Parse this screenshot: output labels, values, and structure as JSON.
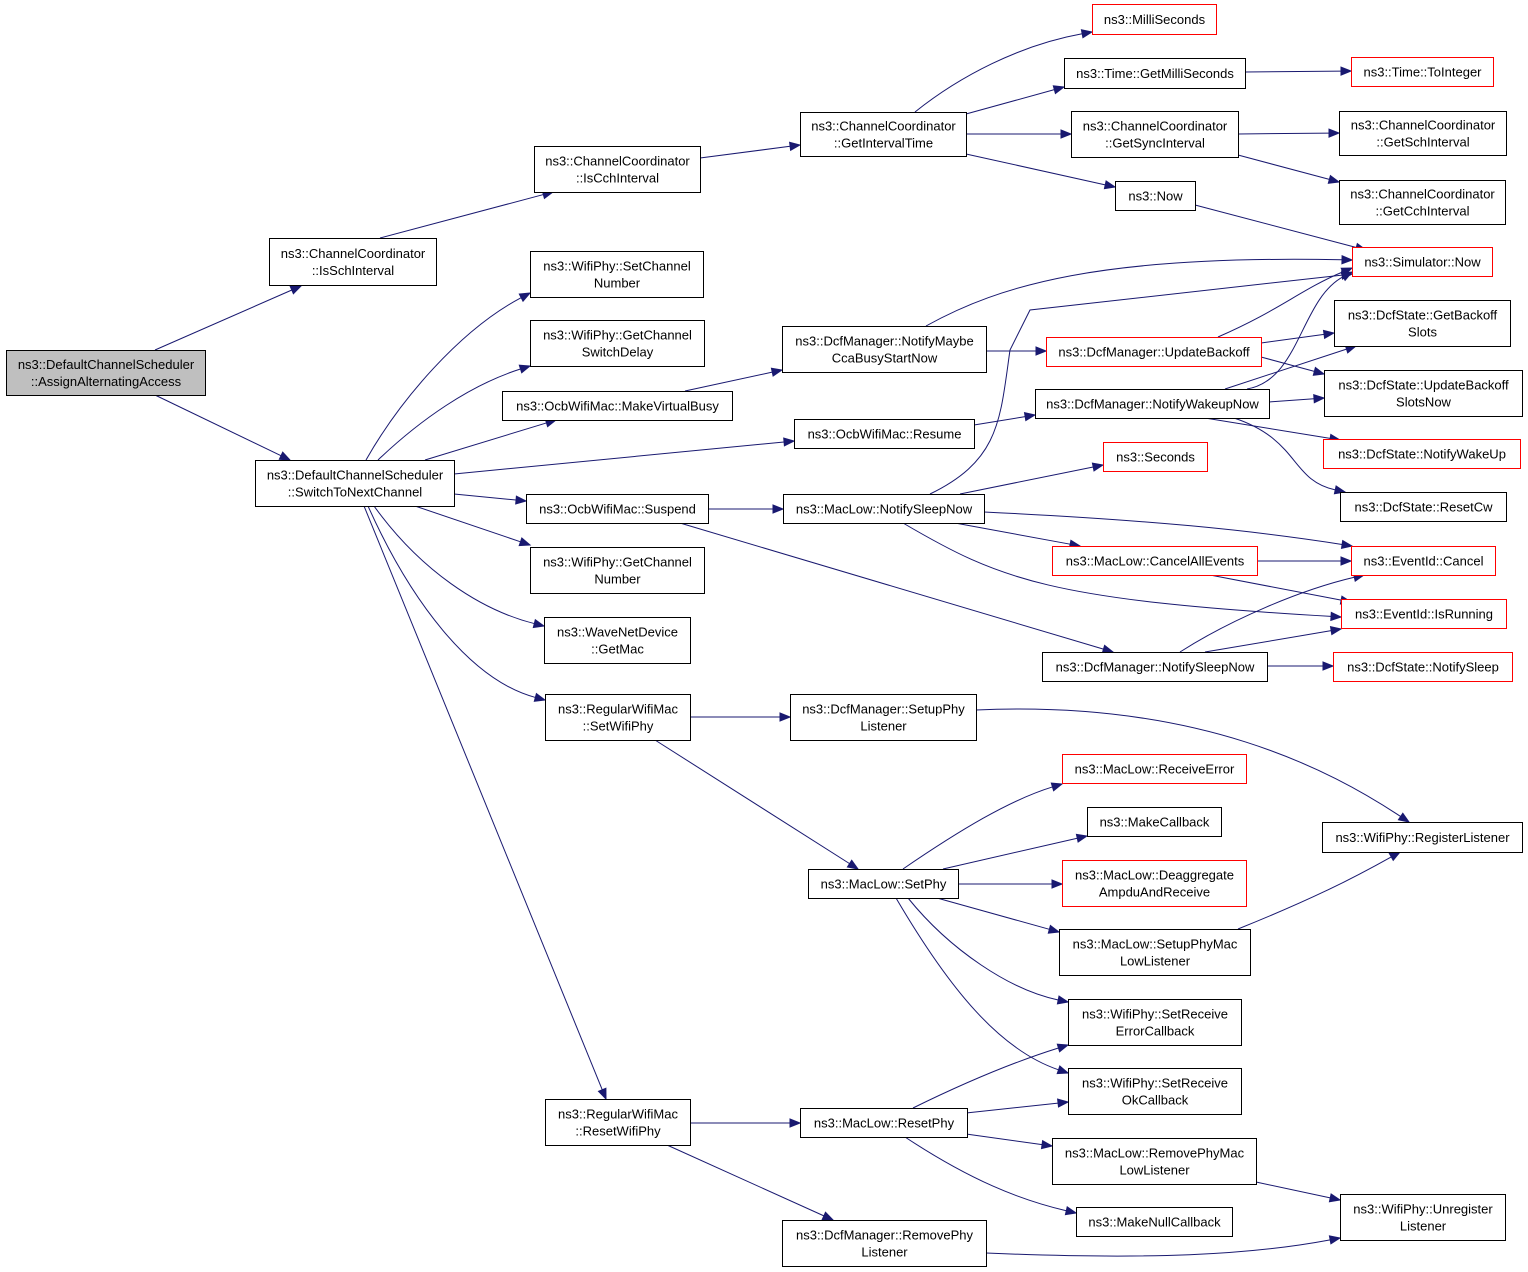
{
  "colors": {
    "edge": "#191970",
    "external_border": "#ff0000",
    "root_fill": "#bfbfbf",
    "node_border": "#000000"
  },
  "nodes": [
    {
      "id": "root",
      "lines": [
        "ns3::DefaultChannelScheduler",
        "::AssignAlternatingAccess"
      ],
      "style": "root"
    },
    {
      "id": "isSch",
      "lines": [
        "ns3::ChannelCoordinator",
        "::IsSchInterval"
      ],
      "style": "normal"
    },
    {
      "id": "switchTo",
      "lines": [
        "ns3::DefaultChannelScheduler",
        "::SwitchToNextChannel"
      ],
      "style": "normal"
    },
    {
      "id": "isCch",
      "lines": [
        "ns3::ChannelCoordinator",
        "::IsCchInterval"
      ],
      "style": "normal"
    },
    {
      "id": "getInterval",
      "lines": [
        "ns3::ChannelCoordinator",
        "::GetIntervalTime"
      ],
      "style": "normal"
    },
    {
      "id": "milli",
      "lines": [
        "ns3::MilliSeconds"
      ],
      "style": "external"
    },
    {
      "id": "getMilli",
      "lines": [
        "ns3::Time::GetMilliSeconds"
      ],
      "style": "normal"
    },
    {
      "id": "toInteger",
      "lines": [
        "ns3::Time::ToInteger"
      ],
      "style": "external"
    },
    {
      "id": "getSync",
      "lines": [
        "ns3::ChannelCoordinator",
        "::GetSyncInterval"
      ],
      "style": "normal"
    },
    {
      "id": "getSch",
      "lines": [
        "ns3::ChannelCoordinator",
        "::GetSchInterval"
      ],
      "style": "normal"
    },
    {
      "id": "getCch",
      "lines": [
        "ns3::ChannelCoordinator",
        "::GetCchInterval"
      ],
      "style": "normal"
    },
    {
      "id": "now",
      "lines": [
        "ns3::Now"
      ],
      "style": "normal"
    },
    {
      "id": "simNow",
      "lines": [
        "ns3::Simulator::Now"
      ],
      "style": "external"
    },
    {
      "id": "setChanNum",
      "lines": [
        "ns3::WifiPhy::SetChannel",
        "Number"
      ],
      "style": "normal"
    },
    {
      "id": "getChanSwitch",
      "lines": [
        "ns3::WifiPhy::GetChannel",
        "SwitchDelay"
      ],
      "style": "normal"
    },
    {
      "id": "makeVB",
      "lines": [
        "ns3::OcbWifiMac::MakeVirtualBusy"
      ],
      "style": "normal"
    },
    {
      "id": "notifyMaybe",
      "lines": [
        "ns3::DcfManager::NotifyMaybe",
        "CcaBusyStartNow"
      ],
      "style": "normal"
    },
    {
      "id": "updateBackoff",
      "lines": [
        "ns3::DcfManager::UpdateBackoff"
      ],
      "style": "external"
    },
    {
      "id": "getBackoffSlots",
      "lines": [
        "ns3::DcfState::GetBackoff",
        "Slots"
      ],
      "style": "normal"
    },
    {
      "id": "updBackoffSlots",
      "lines": [
        "ns3::DcfState::UpdateBackoff",
        "SlotsNow"
      ],
      "style": "normal"
    },
    {
      "id": "resume",
      "lines": [
        "ns3::OcbWifiMac::Resume"
      ],
      "style": "normal"
    },
    {
      "id": "notifyWakeup",
      "lines": [
        "ns3::DcfManager::NotifyWakeupNow"
      ],
      "style": "normal"
    },
    {
      "id": "notifyWakeUpState",
      "lines": [
        "ns3::DcfState::NotifyWakeUp"
      ],
      "style": "external"
    },
    {
      "id": "resetCw",
      "lines": [
        "ns3::DcfState::ResetCw"
      ],
      "style": "normal"
    },
    {
      "id": "seconds",
      "lines": [
        "ns3::Seconds"
      ],
      "style": "external"
    },
    {
      "id": "suspend",
      "lines": [
        "ns3::OcbWifiMac::Suspend"
      ],
      "style": "normal"
    },
    {
      "id": "macNotifySleep",
      "lines": [
        "ns3::MacLow::NotifySleepNow"
      ],
      "style": "normal"
    },
    {
      "id": "cancelAll",
      "lines": [
        "ns3::MacLow::CancelAllEvents"
      ],
      "style": "external"
    },
    {
      "id": "evCancel",
      "lines": [
        "ns3::EventId::Cancel"
      ],
      "style": "external"
    },
    {
      "id": "evIsRunning",
      "lines": [
        "ns3::EventId::IsRunning"
      ],
      "style": "external"
    },
    {
      "id": "getChanNum",
      "lines": [
        "ns3::WifiPhy::GetChannel",
        "Number"
      ],
      "style": "normal"
    },
    {
      "id": "waveGetMac",
      "lines": [
        "ns3::WaveNetDevice",
        "::GetMac"
      ],
      "style": "normal"
    },
    {
      "id": "dcfNotifySleep",
      "lines": [
        "ns3::DcfManager::NotifySleepNow"
      ],
      "style": "normal"
    },
    {
      "id": "dcfStateNotifySleep",
      "lines": [
        "ns3::DcfState::NotifySleep"
      ],
      "style": "external"
    },
    {
      "id": "setWifiPhy",
      "lines": [
        "ns3::RegularWifiMac",
        "::SetWifiPhy"
      ],
      "style": "normal"
    },
    {
      "id": "setupPhyListener",
      "lines": [
        "ns3::DcfManager::SetupPhy",
        "Listener"
      ],
      "style": "normal"
    },
    {
      "id": "registerListener",
      "lines": [
        "ns3::WifiPhy::RegisterListener"
      ],
      "style": "normal"
    },
    {
      "id": "receiveError",
      "lines": [
        "ns3::MacLow::ReceiveError"
      ],
      "style": "external"
    },
    {
      "id": "makeCallback",
      "lines": [
        "ns3::MakeCallback"
      ],
      "style": "normal"
    },
    {
      "id": "deaggregate",
      "lines": [
        "ns3::MacLow::Deaggregate",
        "AmpduAndReceive"
      ],
      "style": "external"
    },
    {
      "id": "setPhy",
      "lines": [
        "ns3::MacLow::SetPhy"
      ],
      "style": "normal"
    },
    {
      "id": "setupPhyMacLow",
      "lines": [
        "ns3::MacLow::SetupPhyMac",
        "LowListener"
      ],
      "style": "normal"
    },
    {
      "id": "setRecvErr",
      "lines": [
        "ns3::WifiPhy::SetReceive",
        "ErrorCallback"
      ],
      "style": "normal"
    },
    {
      "id": "setRecvOk",
      "lines": [
        "ns3::WifiPhy::SetReceive",
        "OkCallback"
      ],
      "style": "normal"
    },
    {
      "id": "resetWifiPhy",
      "lines": [
        "ns3::RegularWifiMac",
        "::ResetWifiPhy"
      ],
      "style": "normal"
    },
    {
      "id": "resetPhy",
      "lines": [
        "ns3::MacLow::ResetPhy"
      ],
      "style": "normal"
    },
    {
      "id": "removePhyMacLow",
      "lines": [
        "ns3::MacLow::RemovePhyMac",
        "LowListener"
      ],
      "style": "normal"
    },
    {
      "id": "unregister",
      "lines": [
        "ns3::WifiPhy::Unregister",
        "Listener"
      ],
      "style": "normal"
    },
    {
      "id": "makeNull",
      "lines": [
        "ns3::MakeNullCallback"
      ],
      "style": "normal"
    },
    {
      "id": "removePhyListener",
      "lines": [
        "ns3::DcfManager::RemovePhy",
        "Listener"
      ],
      "style": "normal"
    }
  ],
  "edges": [
    [
      "root",
      "isSch"
    ],
    [
      "root",
      "switchTo"
    ],
    [
      "isSch",
      "isCch"
    ],
    [
      "isCch",
      "getInterval"
    ],
    [
      "getInterval",
      "milli"
    ],
    [
      "getInterval",
      "getMilli"
    ],
    [
      "getInterval",
      "getSync"
    ],
    [
      "getInterval",
      "now"
    ],
    [
      "getMilli",
      "toInteger"
    ],
    [
      "getSync",
      "getSch"
    ],
    [
      "getSync",
      "getCch"
    ],
    [
      "now",
      "simNow"
    ],
    [
      "switchTo",
      "setChanNum"
    ],
    [
      "switchTo",
      "getChanSwitch"
    ],
    [
      "switchTo",
      "makeVB"
    ],
    [
      "switchTo",
      "resume"
    ],
    [
      "switchTo",
      "suspend"
    ],
    [
      "switchTo",
      "getChanNum"
    ],
    [
      "switchTo",
      "waveGetMac"
    ],
    [
      "switchTo",
      "setWifiPhy"
    ],
    [
      "switchTo",
      "resetWifiPhy"
    ],
    [
      "makeVB",
      "notifyMaybe"
    ],
    [
      "notifyMaybe",
      "simNow"
    ],
    [
      "notifyMaybe",
      "updateBackoff"
    ],
    [
      "updateBackoff",
      "simNow"
    ],
    [
      "updateBackoff",
      "getBackoffSlots"
    ],
    [
      "updateBackoff",
      "updBackoffSlots"
    ],
    [
      "resume",
      "notifyWakeup"
    ],
    [
      "notifyWakeup",
      "simNow"
    ],
    [
      "notifyWakeup",
      "getBackoffSlots"
    ],
    [
      "notifyWakeup",
      "updBackoffSlots"
    ],
    [
      "notifyWakeup",
      "notifyWakeUpState"
    ],
    [
      "notifyWakeup",
      "resetCw"
    ],
    [
      "suspend",
      "macNotifySleep"
    ],
    [
      "suspend",
      "dcfNotifySleep"
    ],
    [
      "macNotifySleep",
      "simNow"
    ],
    [
      "macNotifySleep",
      "seconds"
    ],
    [
      "macNotifySleep",
      "cancelAll"
    ],
    [
      "macNotifySleep",
      "evCancel"
    ],
    [
      "macNotifySleep",
      "evIsRunning"
    ],
    [
      "cancelAll",
      "evCancel"
    ],
    [
      "cancelAll",
      "evIsRunning"
    ],
    [
      "dcfNotifySleep",
      "evCancel"
    ],
    [
      "dcfNotifySleep",
      "evIsRunning"
    ],
    [
      "dcfNotifySleep",
      "dcfStateNotifySleep"
    ],
    [
      "setWifiPhy",
      "setupPhyListener"
    ],
    [
      "setWifiPhy",
      "setPhy"
    ],
    [
      "setupPhyListener",
      "registerListener"
    ],
    [
      "setPhy",
      "receiveError"
    ],
    [
      "setPhy",
      "makeCallback"
    ],
    [
      "setPhy",
      "deaggregate"
    ],
    [
      "setPhy",
      "setupPhyMacLow"
    ],
    [
      "setPhy",
      "setRecvErr"
    ],
    [
      "setPhy",
      "setRecvOk"
    ],
    [
      "setupPhyMacLow",
      "registerListener"
    ],
    [
      "resetWifiPhy",
      "resetPhy"
    ],
    [
      "resetWifiPhy",
      "removePhyListener"
    ],
    [
      "resetPhy",
      "setRecvErr"
    ],
    [
      "resetPhy",
      "setRecvOk"
    ],
    [
      "resetPhy",
      "removePhyMacLow"
    ],
    [
      "resetPhy",
      "makeNull"
    ],
    [
      "removePhyMacLow",
      "unregister"
    ],
    [
      "removePhyListener",
      "unregister"
    ]
  ]
}
